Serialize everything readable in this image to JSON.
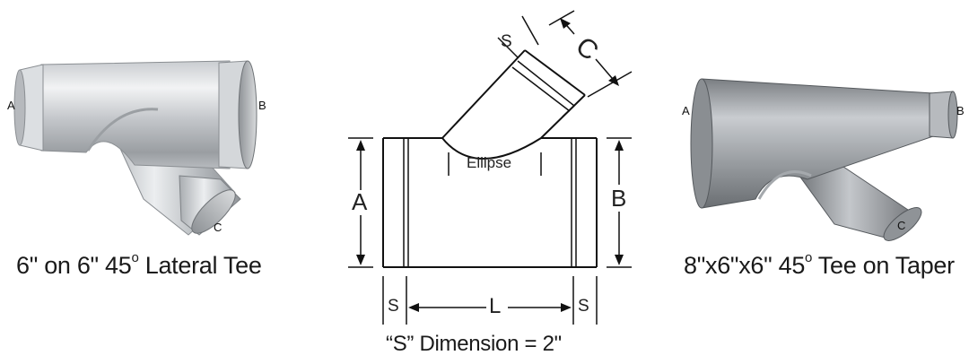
{
  "left_photo": {
    "caption_main": "6\" on 6\" 45",
    "caption_degree": "o",
    "caption_rest": " Lateral Tee",
    "port_a": "A",
    "port_b": "B",
    "port_c": "C"
  },
  "center_diagram": {
    "dim_s": "S",
    "dim_c": "C",
    "dim_a": "A",
    "dim_b": "B",
    "dim_l": "L",
    "ellipse_label": "Ellipse",
    "footnote": "“S” Dimension = 2\""
  },
  "right_photo": {
    "caption_main": "8\"x6\"x6\" 45",
    "caption_degree": "o",
    "caption_rest": " Tee on Taper",
    "port_a": "A",
    "port_b": "B",
    "port_c": "C"
  },
  "colors": {
    "metal_light": "#e6e8ea",
    "metal_mid": "#b4b8bc",
    "metal_dark": "#7d8185",
    "line": "#111111"
  }
}
